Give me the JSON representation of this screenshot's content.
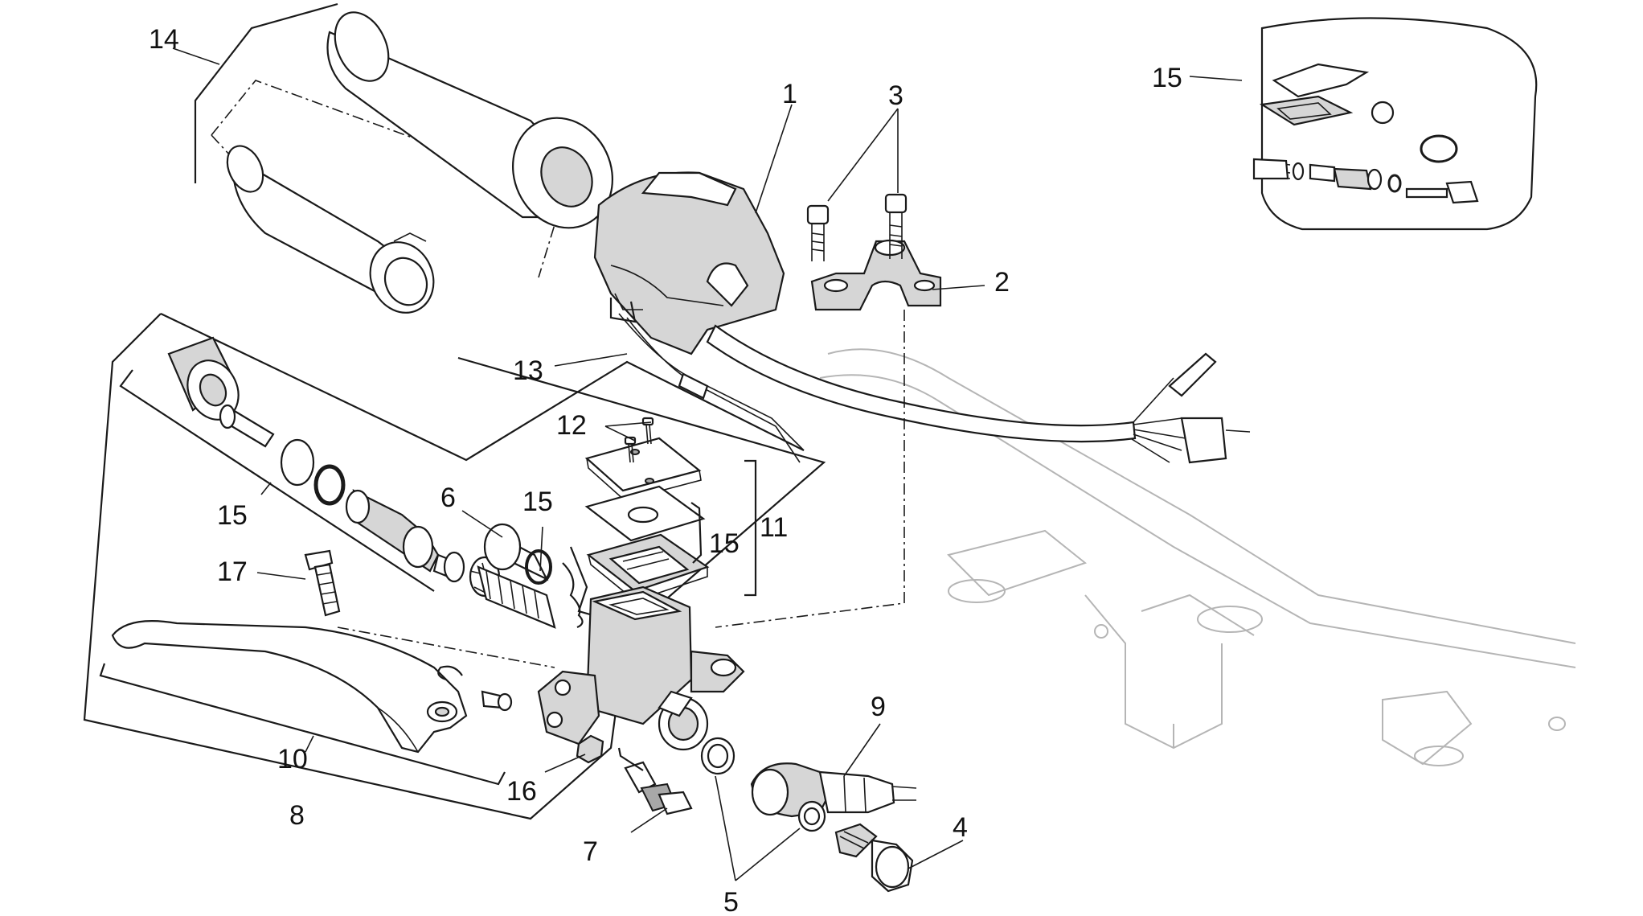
{
  "labels": {
    "l1": "1",
    "l2": "2",
    "l3": "3",
    "l4": "4",
    "l5": "5",
    "l6": "6",
    "l7": "7",
    "l8": "8",
    "l9": "9",
    "l10": "10",
    "l11": "11",
    "l12": "12",
    "l13": "13",
    "l14": "14",
    "l15_inset": "15",
    "l15_seals": "15",
    "l15_piston": "15",
    "l15_cover": "15",
    "l16": "16",
    "l17": "17"
  }
}
